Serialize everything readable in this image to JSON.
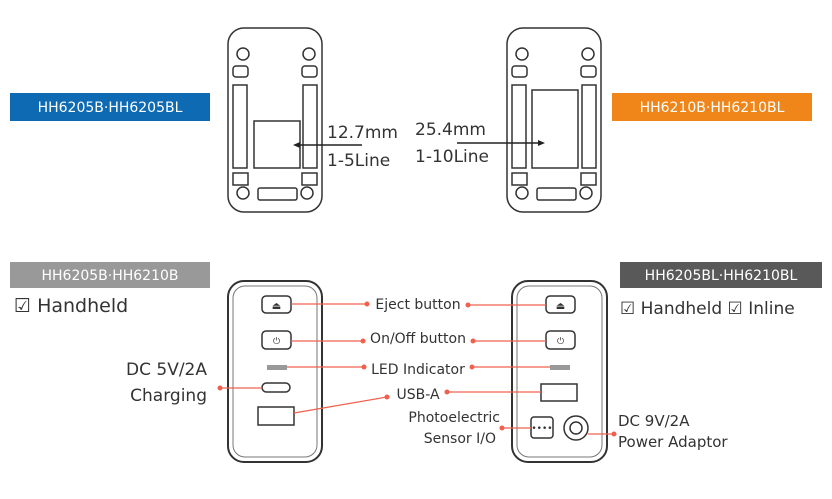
{
  "top": {
    "left_model_label": "HH6205B·HH6205BL",
    "right_model_label": "HH6210B·HH6210BL",
    "left_width": "12.7mm",
    "left_lines": "1-5Line",
    "right_width": "25.4mm",
    "right_lines": "1-10Line"
  },
  "bottom": {
    "left_model_label": "HH6205B·HH6210B",
    "left_modes": "☑ Handheld",
    "right_model_label": "HH6205BL·HH6210BL",
    "right_modes": "☑ Handheld ☑ Inline",
    "callouts": {
      "eject": "Eject button",
      "onoff": "On/Off button",
      "led": "LED Indicator",
      "usba": "USB-A",
      "sensor_line1": "Photoelectric",
      "sensor_line2": "Sensor I/O",
      "dc5_line1": "DC 5V/2A",
      "dc5_line2": "Charging",
      "dc9_line1": "DC 9V/2A",
      "dc9_line2": "Power Adaptor"
    }
  },
  "colors": {
    "blue": "#0f6ab4",
    "orange": "#f0861a",
    "gray": "#999999",
    "dark": "#595959",
    "callout": "#f0604d"
  }
}
